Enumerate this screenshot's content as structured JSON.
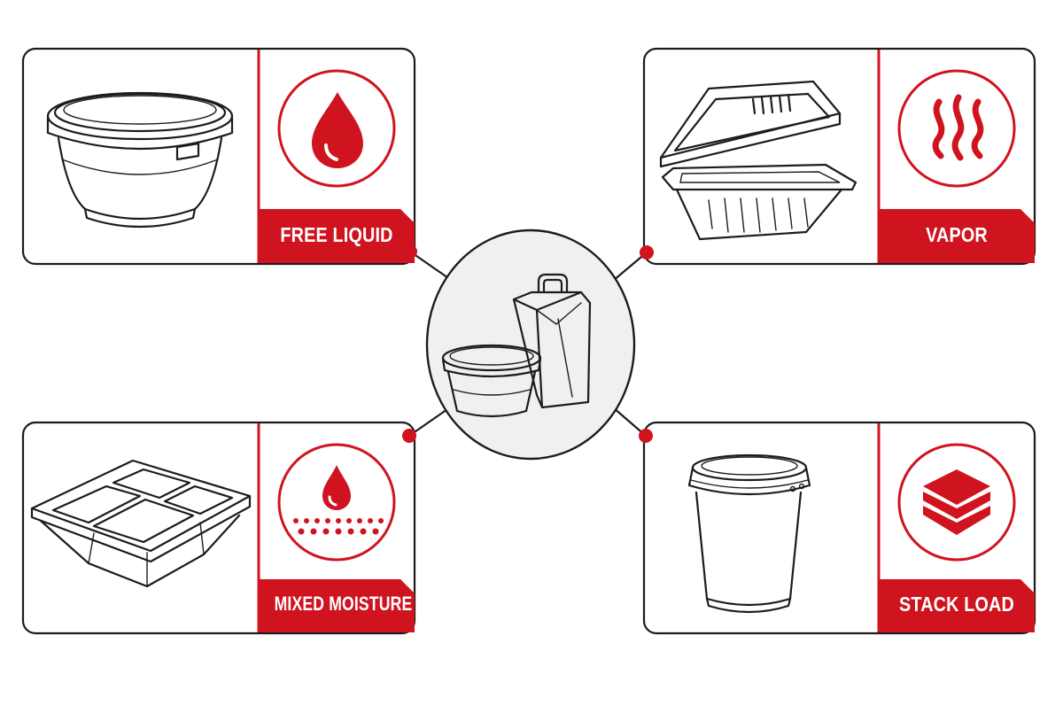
{
  "categories": [
    {
      "id": "free-liquid",
      "label": "FREE LIQUID",
      "container": "round-bowl",
      "icon": "liquid-drop-icon"
    },
    {
      "id": "vapor",
      "label": "VAPOR",
      "container": "hinged-clamshell",
      "icon": "steam-icon"
    },
    {
      "id": "mixed-moisture",
      "label": "MIXED MOISTURE",
      "container": "four-compartment-tray",
      "icon": "drop-and-droplets-icon"
    },
    {
      "id": "stack-load",
      "label": "STACK LOAD",
      "container": "lidded-cup",
      "icon": "stacked-layers-icon"
    }
  ],
  "hub": {
    "items": [
      "paper-bag",
      "lidded-bowl"
    ]
  },
  "colors": {
    "accent": "#d0141f",
    "stroke": "#1c1c1c",
    "hub_fill": "#f0f0f0",
    "background": "#ffffff"
  }
}
